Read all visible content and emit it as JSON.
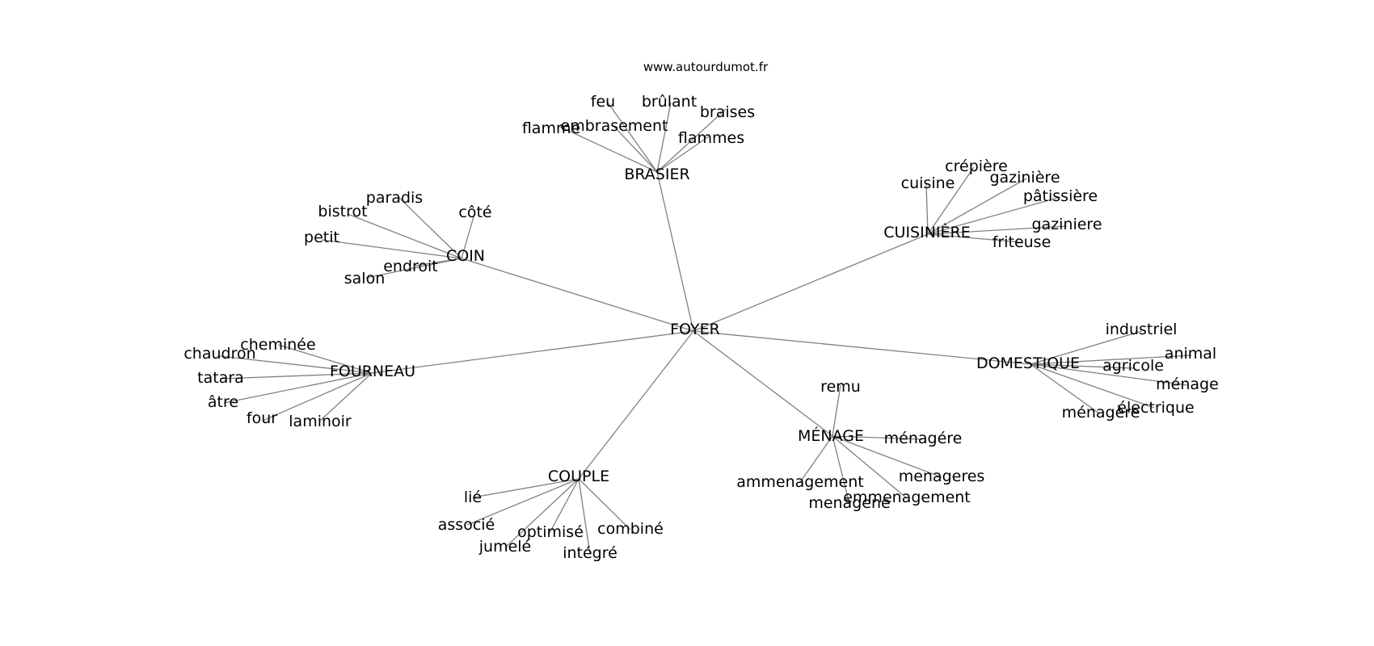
{
  "source_text": "www.autourdumot.fr",
  "colors": {
    "edge": "#808080",
    "text": "#000000",
    "background": "#ffffff"
  },
  "graph": {
    "center": "FOYER",
    "hubs": [
      {
        "label": "BRASIER",
        "words": [
          "feu",
          "brûlant",
          "braises",
          "flamme",
          "embrasement",
          "flammes"
        ]
      },
      {
        "label": "COIN",
        "words": [
          "paradis",
          "bistrot",
          "côté",
          "petit",
          "endroit",
          "salon"
        ]
      },
      {
        "label": "CUISINIÈRE",
        "words": [
          "crépière",
          "cuisine",
          "gazinière",
          "pâtissière",
          "gaziniere",
          "friteuse"
        ]
      },
      {
        "label": "FOURNEAU",
        "words": [
          "cheminée",
          "chaudron",
          "tatara",
          "âtre",
          "four",
          "laminoir"
        ]
      },
      {
        "label": "DOMESTIQUE",
        "words": [
          "industriel",
          "animal",
          "agricole",
          "ménage",
          "électrique",
          "ménagère"
        ]
      },
      {
        "label": "MÉNAGE",
        "words": [
          "remu",
          "ménagére",
          "ammenagement",
          "menageres",
          "menagene",
          "emmenagement"
        ]
      },
      {
        "label": "COUPLE",
        "words": [
          "lié",
          "associé",
          "optimisé",
          "combiné",
          "jumelé",
          "intégré"
        ]
      }
    ]
  }
}
